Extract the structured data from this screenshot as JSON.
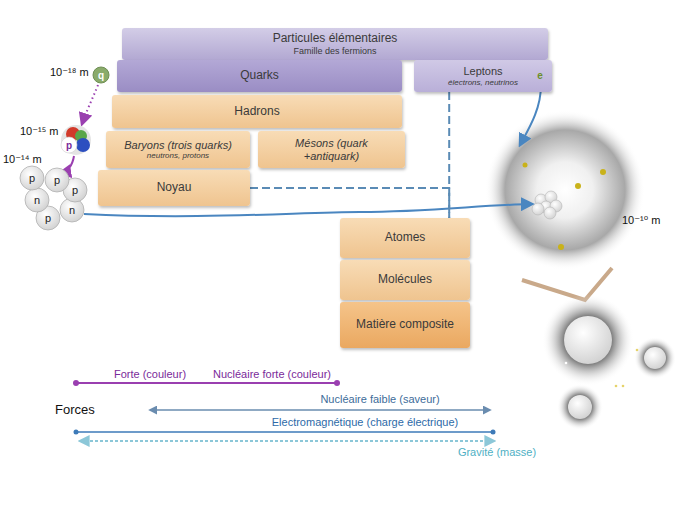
{
  "diagram": {
    "nodes": [
      {
        "text": [
          "Particules élémentaires",
          "Famille des fermions"
        ]
      },
      {
        "text": [
          "Quarks"
        ]
      },
      {
        "text": [
          "Leptons",
          "électrons, neutrinos"
        ]
      },
      {
        "text": [
          "Hadrons"
        ]
      },
      {
        "text": [
          "Baryons (trois quarks)",
          "neutrons, protons"
        ]
      },
      {
        "text": [
          "Mésons (quark +antiquark)"
        ]
      },
      {
        "text": [
          "Noyau"
        ]
      },
      {
        "text": [
          "Atomes"
        ]
      },
      {
        "text": [
          "Molécules"
        ]
      },
      {
        "text": [
          "Matière composite"
        ]
      }
    ],
    "edges": [
      {
        "from": 6,
        "to": 7,
        "arrow": "none"
      },
      {
        "from": 2,
        "to": 7,
        "arrow": "none"
      }
    ],
    "labels": [
      "10⁻¹⁸ m",
      "q",
      "e",
      "10⁻¹⁵ m",
      "p",
      "10⁻¹⁴ m",
      "p",
      "p",
      "n",
      "p",
      "p",
      "n",
      "10⁻¹⁰ m",
      "Forte (couleur)",
      "Nucléaire forte (couleur)",
      "Forces",
      "Nucléaire faible (saveur)",
      "Electromagnétique (charge électrique)",
      "Gravité (masse)"
    ]
  }
}
